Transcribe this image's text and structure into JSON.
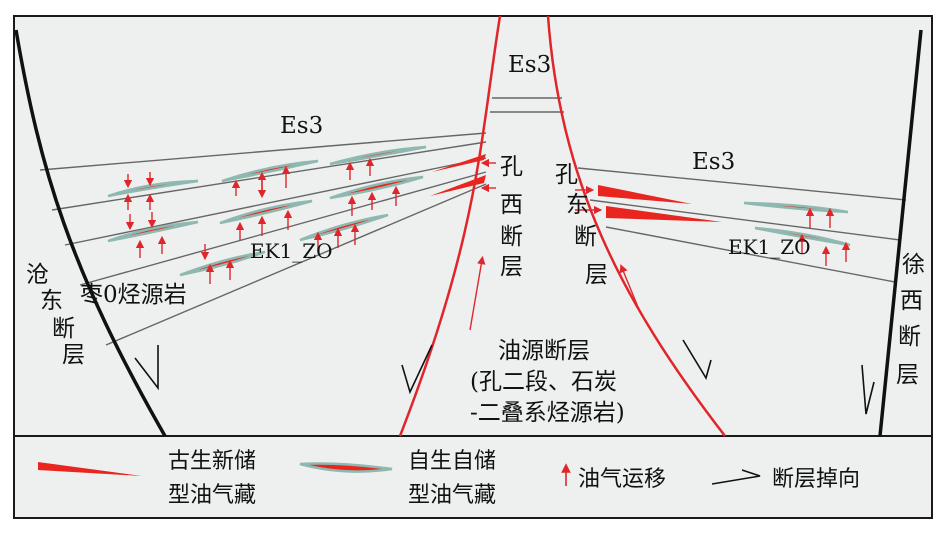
{
  "colors": {
    "background": "#ffffff",
    "panel": "#eef0f0",
    "frame": "#1a1a1a",
    "fault_major": "#111111",
    "fault_red": "#e0262b",
    "layer_line": "#666666",
    "reservoir_fill": "#e8261f",
    "reservoir_edge": "#8fb8b0",
    "arrow": "#e0262b"
  },
  "labels": {
    "es3_left": "Es3",
    "es3_center": "Es3",
    "es3_right": "Es3",
    "ek1_left": "EK1_ZO",
    "ek1_right": "EK1_ZO",
    "source_rock_left": "枣0烃源岩",
    "fault_cangdong": [
      "沧",
      "东",
      "断",
      "层"
    ],
    "fault_kongxi": [
      "孔",
      "西",
      "断",
      "层"
    ],
    "fault_kongdong": [
      "孔",
      "东",
      "断",
      "层"
    ],
    "fault_xuxi": [
      "徐",
      "西",
      "断",
      "层"
    ],
    "oil_source_fault": [
      "油源断层",
      "(孔二段、石炭",
      "-二叠系烃源岩)"
    ]
  },
  "legend": {
    "item1": [
      "古生新储",
      "型油气藏"
    ],
    "item2": [
      "自生自储",
      "型油气藏"
    ],
    "item3": "油气运移",
    "item4": "断层掉向"
  }
}
